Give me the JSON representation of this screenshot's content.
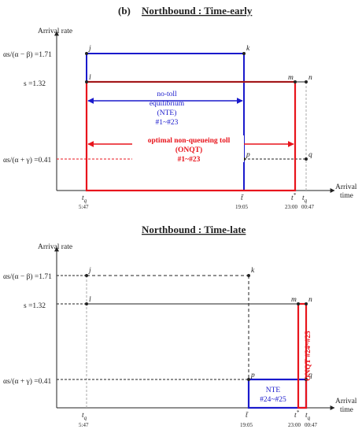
{
  "panel1": {
    "title_prefix": "(b)",
    "title": "Northbound : Time-early",
    "y_axis_label": "Arrival rate",
    "x_axis_label_1": "Arrival",
    "x_axis_label_2": "time",
    "y_labels": [
      "αs/(α − β) =1.71",
      "s  =1.32",
      "αs/(α + γ) =0.41"
    ],
    "points": {
      "j": "j",
      "k": "k",
      "l": "l",
      "m": "m",
      "n": "n",
      "p": "p",
      "q": "q"
    },
    "x_ticks": [
      "t_q",
      "t̃",
      "t*",
      "t_q"
    ],
    "x_times": [
      "5:47",
      "19:05",
      "23:00",
      "00:47"
    ],
    "nte_label": [
      "no-toll",
      "equilibrium",
      "(NTE)",
      "#1~#23"
    ],
    "onqt_label": [
      "optimal non-queueing toll",
      "(ONQT)",
      "#1~#23"
    ],
    "colors": {
      "nte": "#1a1acc",
      "onqt": "#e8141c",
      "sep": "#8b1a1a"
    }
  },
  "panel2": {
    "title": "Northbound : Time-late",
    "y_axis_label": "Arrival rate",
    "x_axis_label_1": "Arrival",
    "x_axis_label_2": "time",
    "y_labels": [
      "αs/(α − β) =1.71",
      "s  =1.32",
      "αs/(α + γ) =0.41"
    ],
    "points": {
      "j": "j",
      "k": "k",
      "l": "l",
      "m": "m",
      "n": "n",
      "p": "p",
      "q": "q"
    },
    "x_ticks": [
      "t_q",
      "t̃",
      "t*",
      "t_q"
    ],
    "x_times": [
      "5:47",
      "19:05",
      "23:00",
      "00:47"
    ],
    "nte_label": [
      "NTE",
      "#24~#25"
    ],
    "onqt_label": "ONQT #24~#25"
  }
}
